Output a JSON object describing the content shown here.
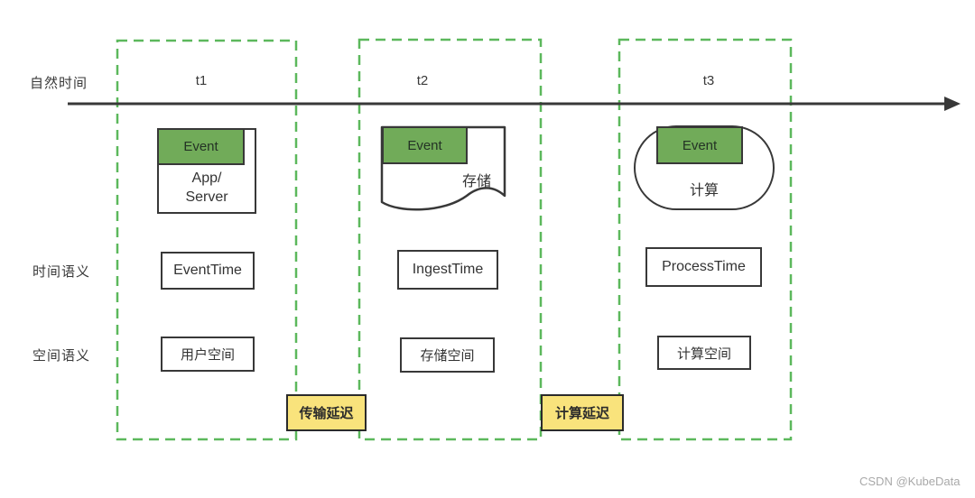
{
  "colors": {
    "event_green": "#71ab59",
    "dashed_green": "#5cb85c",
    "delay_yellow": "#f9e37c",
    "stroke_dark": "#383838"
  },
  "axis": {
    "label": "自然时间"
  },
  "row_labels": {
    "time_semantics": "时间语义",
    "space_semantics": "空间语义"
  },
  "columns": [
    {
      "time_tick": "t1",
      "event_label": "Event",
      "stage_shape": "rect",
      "stage_line1": "App/",
      "stage_line2": "Server",
      "time_semantic": "EventTime",
      "space_semantic": "用户空间"
    },
    {
      "time_tick": "t2",
      "event_label": "Event",
      "stage_shape": "document",
      "stage_label": "存储",
      "time_semantic": "IngestTime",
      "space_semantic": "存储空间"
    },
    {
      "time_tick": "t3",
      "event_label": "Event",
      "stage_shape": "stadium",
      "stage_label": "计算",
      "time_semantic": "ProcessTime",
      "space_semantic": "计算空间"
    }
  ],
  "delays": [
    {
      "label": "传输延迟"
    },
    {
      "label": "计算延迟"
    }
  ],
  "watermark": "CSDN @KubeData"
}
